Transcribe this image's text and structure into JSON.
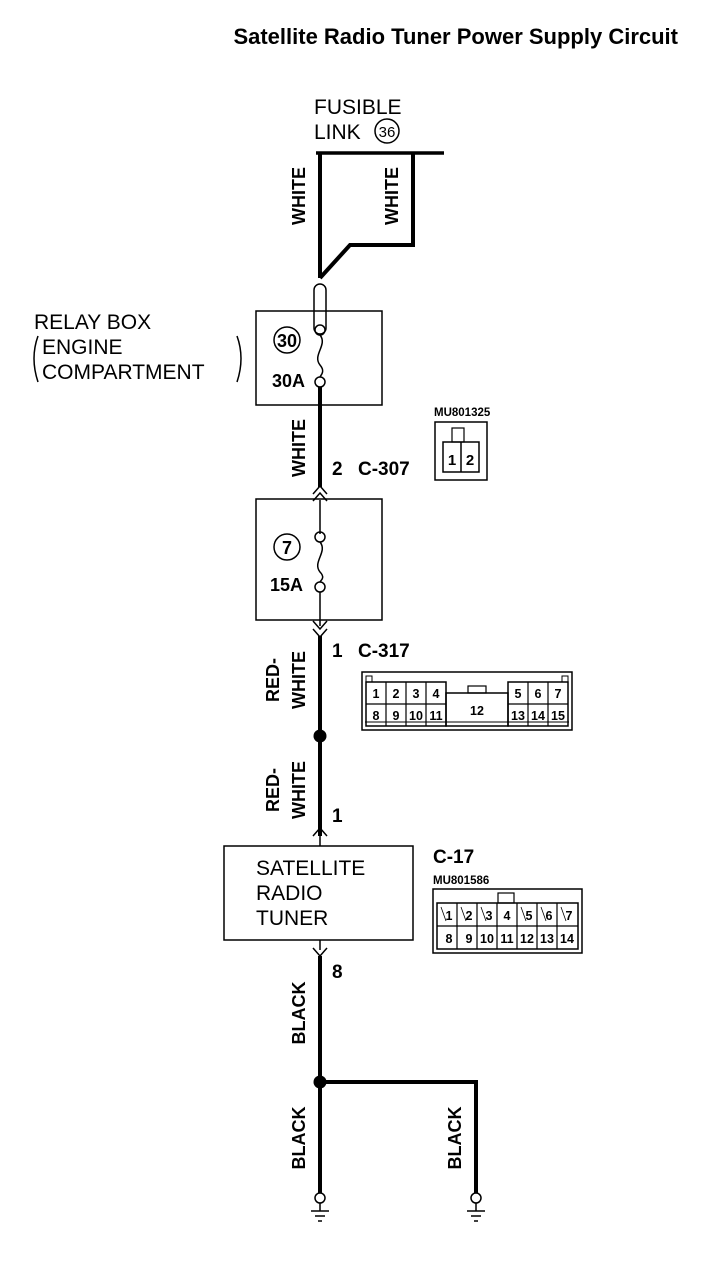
{
  "title": "Satellite Radio Tuner Power Supply Circuit",
  "fusible_link": {
    "line1": "FUSIBLE",
    "line2": "LINK",
    "number": "36"
  },
  "relay_box": {
    "label_line1": "RELAY BOX",
    "label_line2": "ENGINE",
    "label_line3": "COMPARTMENT",
    "fuse_number": "30",
    "fuse_rating": "30A"
  },
  "fuse_7": {
    "number": "7",
    "rating": "15A"
  },
  "wires": {
    "white_left": "WHITE",
    "white_right": "WHITE",
    "white_c307": "WHITE",
    "red_white_1_line1": "RED-",
    "red_white_1_line2": "WHITE",
    "red_white_2_line1": "RED-",
    "red_white_2_line2": "WHITE",
    "black_top": "BLACK",
    "black_bottom_left": "BLACK",
    "black_bottom_right": "BLACK"
  },
  "pins": {
    "c307_pin": "2",
    "c317_pin": "1",
    "tuner_in_pin": "1",
    "tuner_out_pin": "8"
  },
  "connectors": {
    "c307": {
      "name": "C-307",
      "part": "MU801325",
      "cells": [
        "1",
        "2"
      ]
    },
    "c317": {
      "name": "C-317",
      "top_left": [
        "1",
        "2",
        "3",
        "4"
      ],
      "top_right": [
        "5",
        "6",
        "7"
      ],
      "middle": "12",
      "bottom_left": [
        "8",
        "9",
        "10",
        "11"
      ],
      "bottom_right": [
        "13",
        "14",
        "15"
      ]
    },
    "c17": {
      "name": "C-17",
      "part": "MU801586",
      "top": [
        "1",
        "2",
        "3",
        "4",
        "5",
        "6",
        "7"
      ],
      "bottom": [
        "8",
        "9",
        "10",
        "11",
        "12",
        "13",
        "14"
      ]
    }
  },
  "tuner": {
    "line1": "SATELLITE",
    "line2": "RADIO",
    "line3": "TUNER"
  }
}
